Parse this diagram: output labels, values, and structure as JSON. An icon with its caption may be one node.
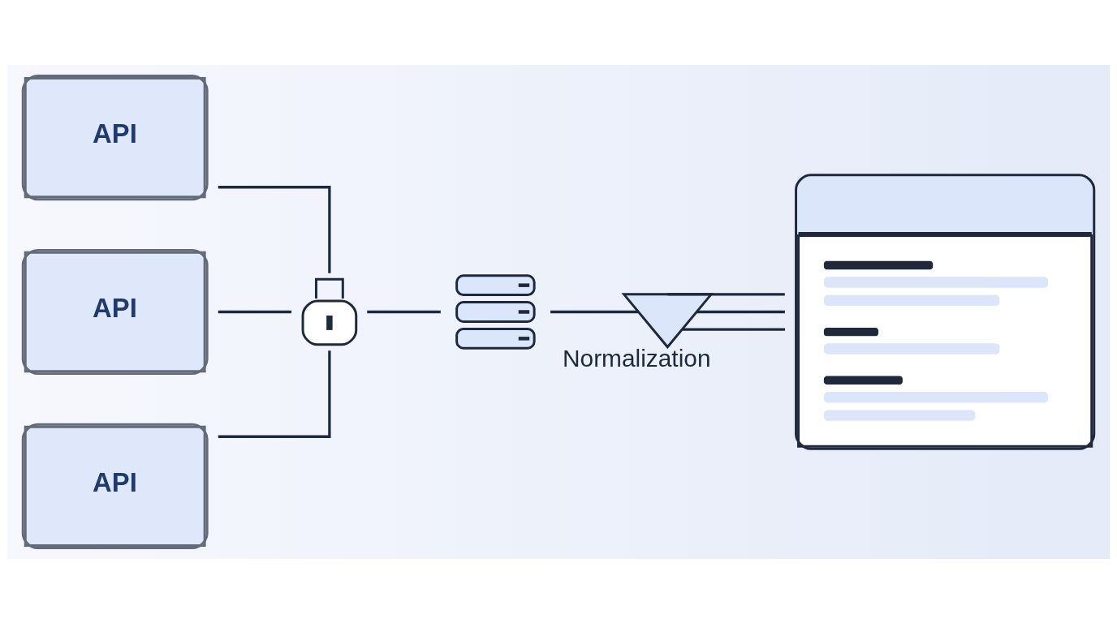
{
  "diagram": {
    "nodes": [
      {
        "text": [
          "API"
        ]
      },
      {
        "text": [
          "API"
        ]
      },
      {
        "text": [
          "API"
        ]
      },
      {
        "text": [],
        "shape": "lock"
      },
      {
        "text": [],
        "shape": "server"
      },
      {
        "text": [],
        "shape": "funnel",
        "beside": [
          "Normalization"
        ]
      },
      {
        "text": [],
        "shape": "document"
      }
    ],
    "edges": [
      {
        "from": 0,
        "to": 3,
        "arrow": "none"
      },
      {
        "from": 1,
        "to": 3,
        "arrow": "none"
      },
      {
        "from": 2,
        "to": 3,
        "arrow": "none"
      },
      {
        "from": 3,
        "to": 4,
        "arrow": "none"
      },
      {
        "from": 4,
        "to": 5,
        "arrow": "none"
      },
      {
        "from": 5,
        "to": 6,
        "arrow": "none"
      },
      {
        "from": 5,
        "to": 6,
        "arrow": "none"
      },
      {
        "from": 5,
        "to": 6,
        "arrow": "none"
      }
    ]
  }
}
